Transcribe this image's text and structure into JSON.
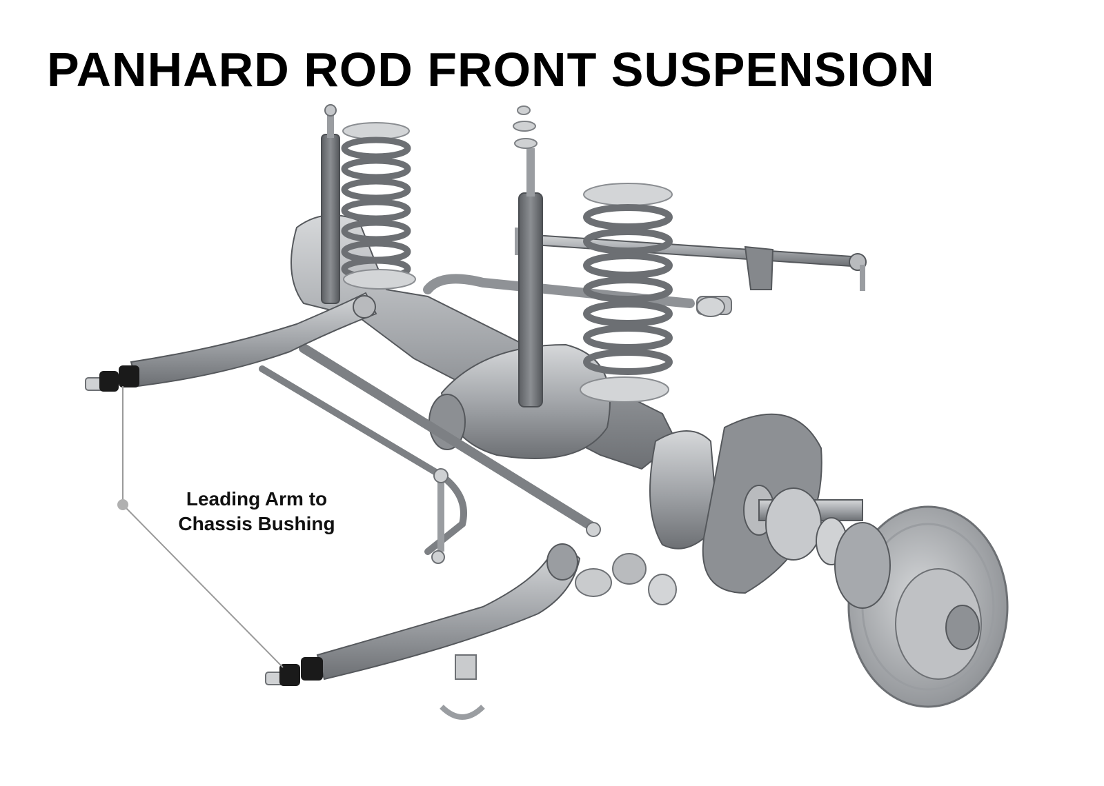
{
  "title": "PANHARD ROD FRONT SUSPENSION",
  "callout": {
    "line1": "Leading Arm to",
    "line2": "Chassis Bushing"
  },
  "colors": {
    "background": "#ffffff",
    "title": "#000000",
    "part_dark": "#6b6e72",
    "part_mid": "#9a9da1",
    "part_light": "#c9cbcd",
    "bushing": "#1a1a1a",
    "leader_line": "#9a9a9a"
  }
}
